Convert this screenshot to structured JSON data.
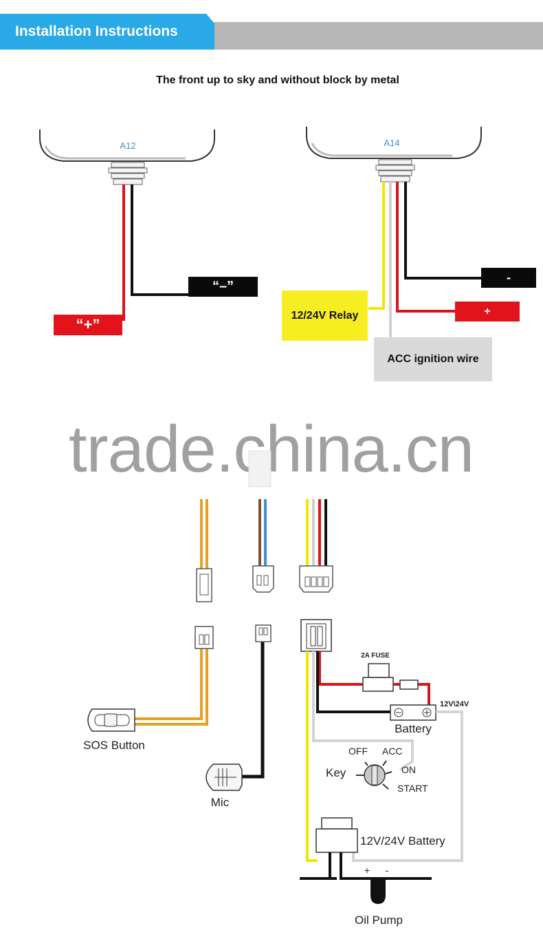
{
  "header": {
    "title": "Installation Instructions"
  },
  "subtitle": "The front up to sky and without block by metal",
  "devices": {
    "a12": {
      "model": "A12",
      "plus_label": "“+”",
      "minus_label": "“–”"
    },
    "a14": {
      "model": "A14",
      "minus_label": "-",
      "plus_label": "+",
      "relay_label": "12/24V Relay",
      "acc_label": "ACC ignition wire"
    }
  },
  "watermark": "trade.china.cn",
  "wiring": {
    "sos_label": "SOS Button",
    "mic_label": "Mic",
    "fuse_label": "2A FUSE",
    "battery_label": "Battery",
    "voltage_label": "12V\\24V",
    "key_label": "Key",
    "key_off": "OFF",
    "key_acc": "ACC",
    "key_on": "ON",
    "key_start": "START",
    "battery2_label": "12V/24V Battery",
    "plus_sign": "+",
    "minus_sign": "-",
    "oil_pump_label": "Oil Pump"
  },
  "colors": {
    "header_blue": "#29a9e6",
    "header_gray": "#b7b7b7",
    "wire_red": "#d9141b",
    "wire_yellow": "#f2e600",
    "wire_orange": "#e8a020",
    "wire_brown": "#7a5230",
    "wire_blue": "#3d8fd6"
  }
}
